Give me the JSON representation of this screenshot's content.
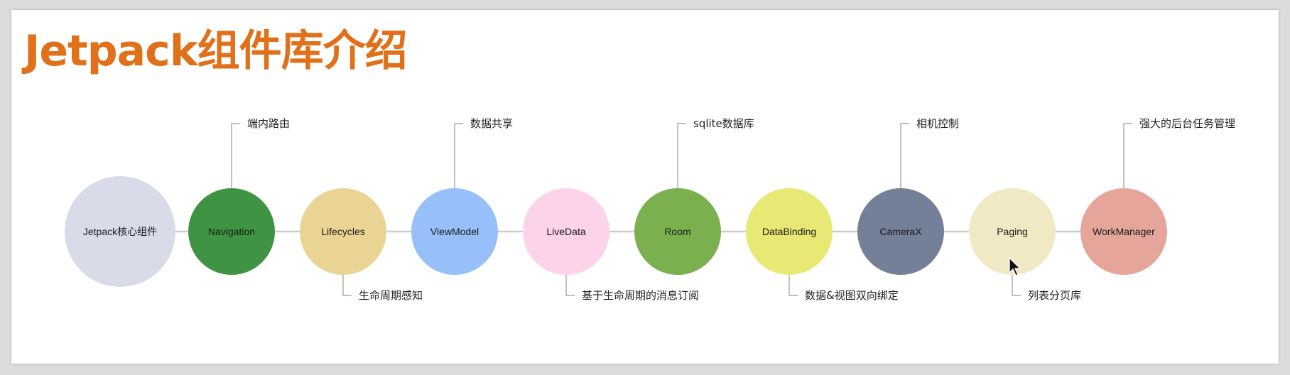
{
  "title": {
    "text": "Jetpack组件库介绍",
    "color": "#e07019"
  },
  "colors": {
    "connector": "#cccccc",
    "leader": "#999999"
  },
  "diagram": {
    "nodes": [
      {
        "id": "core",
        "label": "Jetpack核心组件",
        "color": "#d9dce8",
        "size": "large",
        "callout": "",
        "callout_position": "none"
      },
      {
        "id": "navigation",
        "label": "Navigation",
        "color": "#3f9444",
        "size": "normal",
        "callout": "端内路由",
        "callout_position": "top"
      },
      {
        "id": "lifecycles",
        "label": "Lifecycles",
        "color": "#ead494",
        "size": "normal",
        "callout": "生命周期感知",
        "callout_position": "bottom"
      },
      {
        "id": "viewmodel",
        "label": "ViewModel",
        "color": "#97c0fa",
        "size": "normal",
        "callout": "数据共享",
        "callout_position": "top"
      },
      {
        "id": "livedata",
        "label": "LiveData",
        "color": "#fcd3e9",
        "size": "normal",
        "callout": "基于生命周期的消息订阅",
        "callout_position": "bottom"
      },
      {
        "id": "room",
        "label": "Room",
        "color": "#7ab04e",
        "size": "normal",
        "callout": "sqlite数据库",
        "callout_position": "top"
      },
      {
        "id": "databinding",
        "label": "DataBinding",
        "color": "#e8e874",
        "size": "normal",
        "callout": "数据&视图双向绑定",
        "callout_position": "bottom"
      },
      {
        "id": "camerax",
        "label": "CameraX",
        "color": "#738097",
        "size": "normal",
        "callout": "相机控制",
        "callout_position": "top"
      },
      {
        "id": "paging",
        "label": "Paging",
        "color": "#f1e9c4",
        "size": "normal",
        "callout": "列表分页库",
        "callout_position": "bottom"
      },
      {
        "id": "workmanager",
        "label": "WorkManager",
        "color": "#e5a59b",
        "size": "normal",
        "callout": "强大的后台任务管理",
        "callout_position": "top"
      }
    ]
  }
}
